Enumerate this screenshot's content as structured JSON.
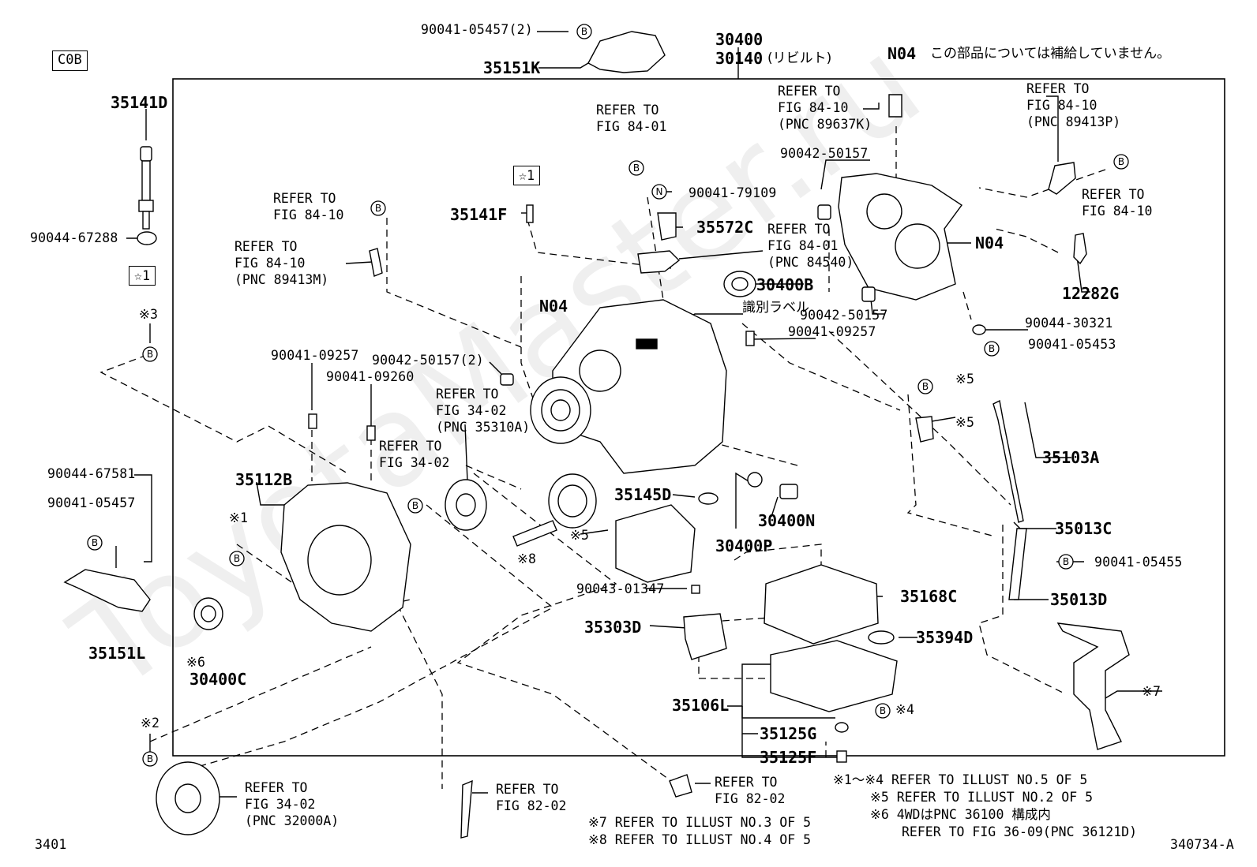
{
  "diagram": {
    "code_box": "C0B",
    "page_number": "3401",
    "figure_id": "340734-A",
    "watermark": "ToyotaMaster.ru",
    "header": {
      "main_pn_1": "30400",
      "main_pn_2": "30140",
      "main_pn_2_note": "(リビルト)",
      "n04_code": "N04",
      "n04_note": "この部品については補給していません。"
    },
    "labels": {
      "p35141D": "35141D",
      "p90044_67288": "90044-67288",
      "star1_a": "☆1",
      "star1_b": "☆1",
      "note3": "※3",
      "p90041_05457_2": "90041-05457(2)",
      "p35151K": "35151K",
      "ref_8401_a_1": "REFER TO",
      "ref_8401_a_2": "FIG 84-01",
      "ref_8410_k_1": "REFER TO",
      "ref_8410_k_2": "FIG 84-10",
      "ref_8410_k_3": "(PNC 89637K)",
      "ref_8410_p_1": "REFER TO",
      "ref_8410_p_2": "FIG 84-10",
      "ref_8410_p_3": "(PNC 89413P)",
      "ref_8410_r_1": "REFER TO",
      "ref_8410_r_2": "FIG 84-10",
      "p90042_50157_a": "90042-50157",
      "p90041_79109": "90041-79109",
      "p35572C": "35572C",
      "ref_8401_b_1": "REFER TO",
      "ref_8401_b_2": "FIG 84-01",
      "ref_8401_b_3": "(PNC 84540)",
      "n04_b": "N04",
      "p12282G": "12282G",
      "p30400B": "30400B",
      "p90042_50157_b": "90042-50157",
      "ref_8410_l_1": "REFER TO",
      "ref_8410_l_2": "FIG 84-10",
      "ref_8410_m_1": "REFER TO",
      "ref_8410_m_2": "FIG 84-10",
      "ref_8410_m_3": "(PNC 89413M)",
      "p35141F": "35141F",
      "n04_a": "N04",
      "id_label": "識別ラベル",
      "p90041_09257_a": "90041-09257",
      "p90044_30321": "90044-30321",
      "p90041_05453": "90041-05453",
      "p90041_09257_b": "90041-09257",
      "p90042_50157_2": "90042-50157(2)",
      "p90041_09260": "90041-09260",
      "ref_3402_a_1": "REFER TO",
      "ref_3402_a_2": "FIG 34-02",
      "ref_3402_a_3": "(PNC 35310A)",
      "ref_3402_b_1": "REFER TO",
      "ref_3402_b_2": "FIG 34-02",
      "note5_a": "※5",
      "note5_b": "※5",
      "p35103A": "35103A",
      "p90044_67581": "90044-67581",
      "p90041_05457": "90041-05457",
      "p35151L": "35151L",
      "p35112B": "35112B",
      "note1": "※1",
      "p35145D": "35145D",
      "p30400N": "30400N",
      "p30400P": "30400P",
      "note5_c": "※5",
      "note8": "※8",
      "p35013C": "35013C",
      "p90041_05455": "90041-05455",
      "p90043_01347": "90043-01347",
      "p35168C": "35168C",
      "p35013D": "35013D",
      "p35303D": "35303D",
      "p35394D": "35394D",
      "note6": "※6",
      "p30400C": "30400C",
      "p35106L": "35106L",
      "note4": "※4",
      "note7": "※7",
      "p35125G": "35125G",
      "p35125F": "35125F",
      "note2": "※2",
      "ref_3402_c_1": "REFER TO",
      "ref_3402_c_2": "FIG 34-02",
      "ref_3402_c_3": "(PNC 32000A)",
      "ref_8202_a_1": "REFER TO",
      "ref_8202_a_2": "FIG 82-02",
      "ref_8202_b_1": "REFER TO",
      "ref_8202_b_2": "FIG 82-02",
      "footnote_7": "※7 REFER TO ILLUST NO.3 OF 5",
      "footnote_8": "※8 REFER TO ILLUST NO.4 OF 5",
      "footnote_1_4": "※1～※4 REFER TO ILLUST NO.5 OF 5",
      "footnote_5": "※5 REFER TO ILLUST NO.2 OF 5",
      "footnote_6_a": "※6 4WDはPNC 36100 構成内",
      "footnote_6_b": "REFER TO FIG 36-09(PNC 36121D)",
      "callout_B": "B",
      "callout_N": "N"
    }
  }
}
